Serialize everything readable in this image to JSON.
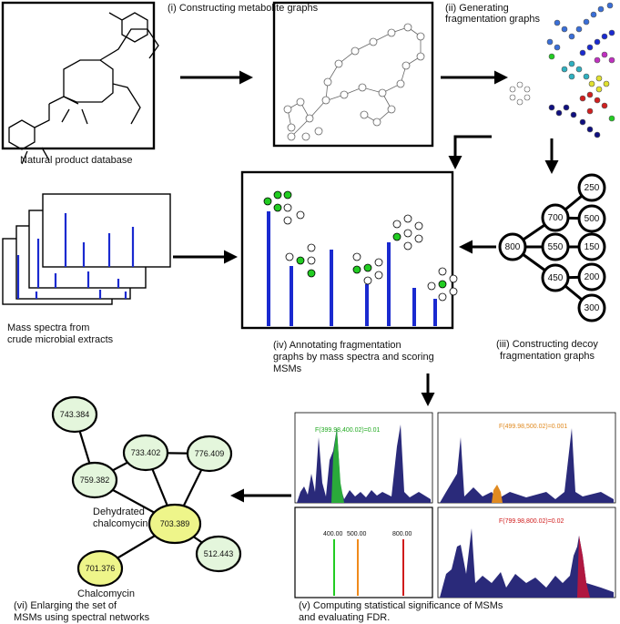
{
  "steps": {
    "natural_db": "Natural product database",
    "step1": "(i) Constructing metabolite graphs",
    "step2_line1": "(ii) Generating",
    "step2_line2": "fragmentation graphs",
    "step3_line1": "(iii) Constructing decoy",
    "step3_line2": "fragmentation graphs",
    "step4_line1": "(iv) Annotating fragmentation",
    "step4_line2": "graphs by mass spectra and scoring",
    "step4_line3": "MSMs",
    "step5_line1": "(v) Computing statistical significance of MSMs",
    "step5_line2": "and evaluating FDR.",
    "step6_line1": "(vi) Enlarging the set of",
    "step6_line2": "MSMs using spectral networks",
    "mass_spectra_line1": "Mass spectra from",
    "mass_spectra_line2": "crude microbial extracts"
  },
  "decoy_tree": {
    "root": "800",
    "mid": [
      "700",
      "550",
      "450"
    ],
    "leaves": [
      "250",
      "500",
      "150",
      "200",
      "300"
    ]
  },
  "network": {
    "nodes": [
      "743.384",
      "733.402",
      "759.382",
      "776.409",
      "703.389",
      "512.443",
      "701.376"
    ],
    "labels": {
      "dehydrated_line1": "Dehydrated",
      "dehydrated_line2": "chalcomycin",
      "chalcomycin": "Chalcomycin"
    }
  },
  "fdr_panels": {
    "p1": "F(399.98,400.02)=0.01",
    "p2": "F(499.98,500.02)=0.001",
    "p3": "F(799.98,800.02)=0.02",
    "peak_labels": [
      "400.00",
      "500.00",
      "800.00"
    ]
  },
  "colors": {
    "blue": "#1a2ad0",
    "green": "#22cc22",
    "orange": "#f08a1a",
    "red": "#d01b1b",
    "navy": "#2a2a7a",
    "node_light": "#e4f6dc",
    "node_yellow": "#eef58a"
  }
}
